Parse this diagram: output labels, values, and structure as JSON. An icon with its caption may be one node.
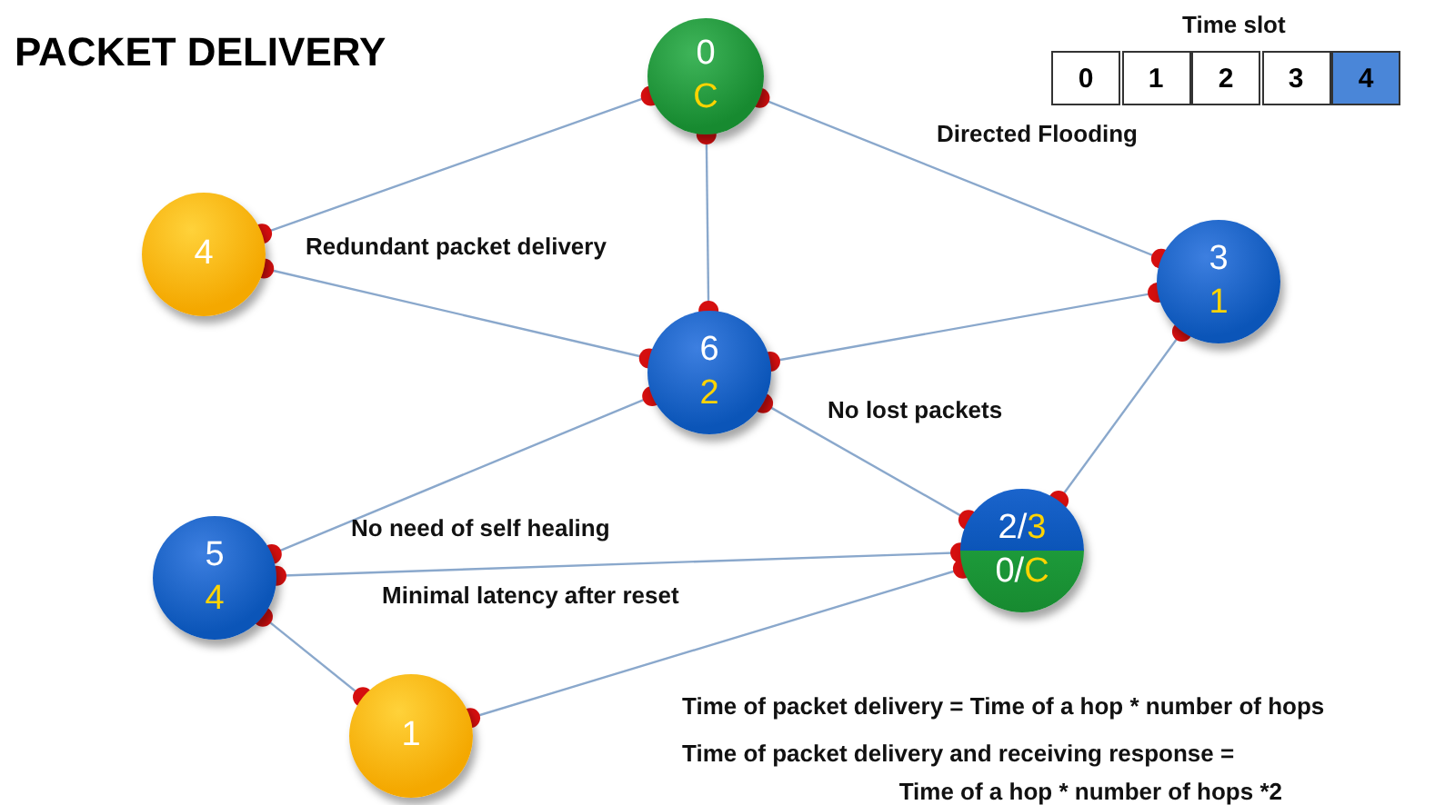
{
  "diagram": {
    "title": "PACKET DELIVERY",
    "nodes": [
      {
        "text": [
          "0",
          "C"
        ]
      },
      {
        "text": [
          "4"
        ]
      },
      {
        "text": [
          "3",
          "1"
        ]
      },
      {
        "text": [
          "6",
          "2"
        ]
      },
      {
        "text": [
          "5",
          "4"
        ]
      },
      {
        "text": [
          "2/3",
          "0/C"
        ]
      },
      {
        "text": [
          "1"
        ]
      }
    ],
    "edges": [
      {
        "from": 0,
        "to": 1,
        "arrow": "other"
      },
      {
        "from": 0,
        "to": 3,
        "arrow": "other"
      },
      {
        "from": 0,
        "to": 2,
        "arrow": "other"
      },
      {
        "from": 1,
        "to": 3,
        "arrow": "other"
      },
      {
        "from": 3,
        "to": 2,
        "arrow": "other"
      },
      {
        "from": 3,
        "to": 4,
        "arrow": "other"
      },
      {
        "from": 3,
        "to": 5,
        "arrow": "other"
      },
      {
        "from": 2,
        "to": 5,
        "arrow": "other"
      },
      {
        "from": 4,
        "to": 5,
        "arrow": "other"
      },
      {
        "from": 4,
        "to": 6,
        "arrow": "other"
      },
      {
        "from": 6,
        "to": 5,
        "arrow": "other"
      }
    ],
    "labels": [
      "Time slot",
      "0",
      "1",
      "2",
      "3",
      "4",
      "Directed Flooding",
      "Redundant packet delivery",
      "No lost packets",
      "No need of self healing",
      "Minimal latency after reset",
      "Time of packet delivery = Time of a hop * number of hops",
      "Time of packet delivery and receiving response = Time of a hop * number of hops *2"
    ]
  }
}
